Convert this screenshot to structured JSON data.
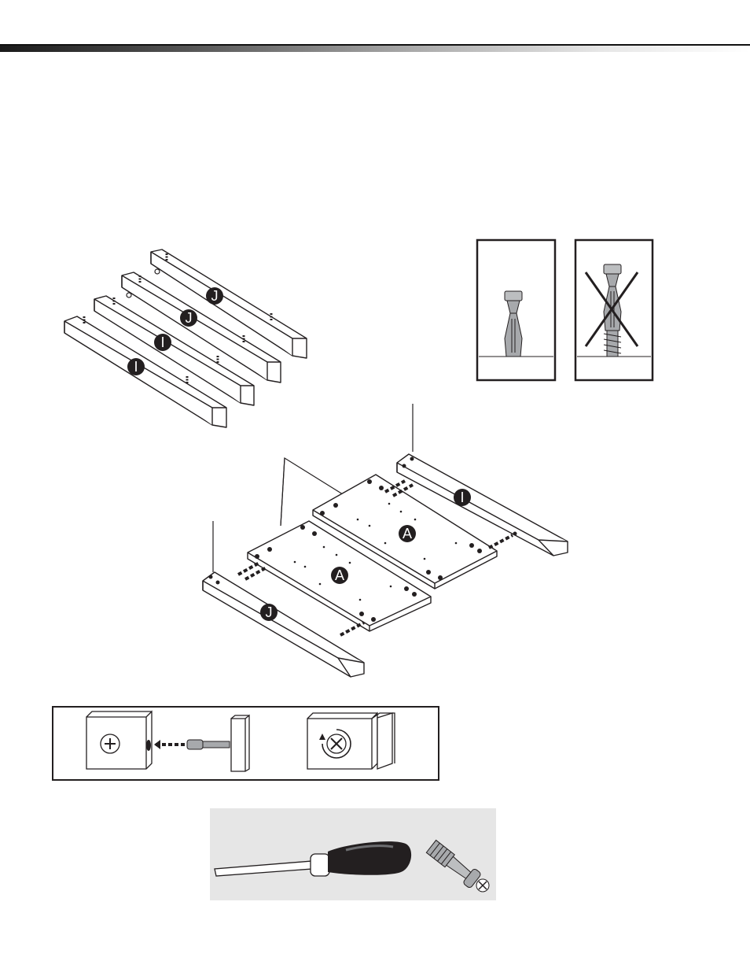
{
  "parts": {
    "board_a": "A",
    "rail_i": "I",
    "rail_j": "J"
  },
  "colors": {
    "ink": "#231f20",
    "panel_gray": "#e6e6e6",
    "cam_gray": "#a7a9ac"
  }
}
